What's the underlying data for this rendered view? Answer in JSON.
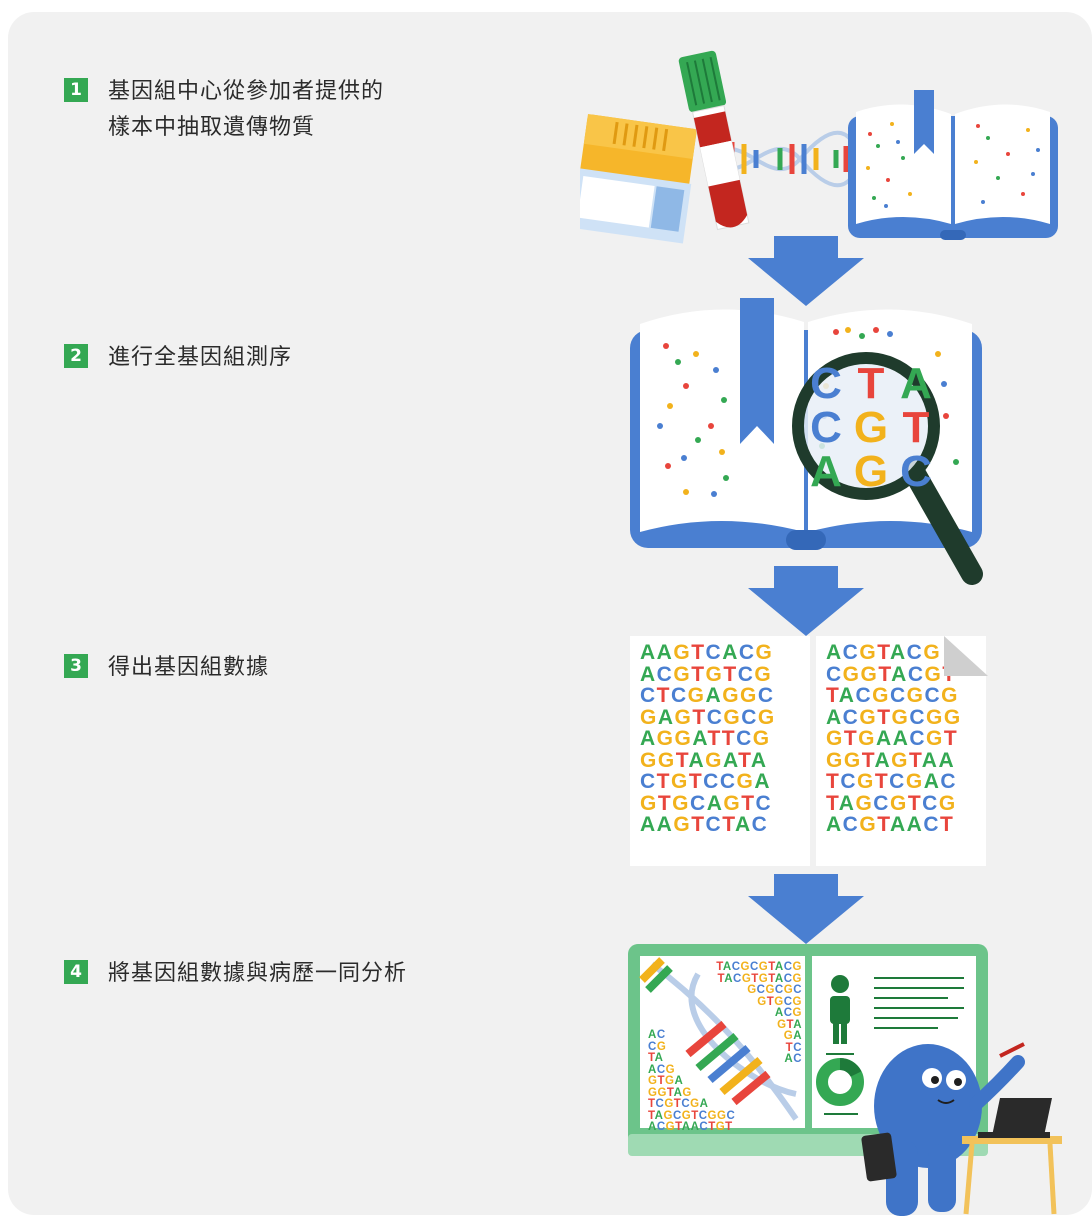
{
  "steps": [
    {
      "number": "1",
      "text": "基因組中心從參加者提供的\n樣本中抽取遺傳物質"
    },
    {
      "number": "2",
      "text": "進行全基因組測序"
    },
    {
      "number": "3",
      "text": "得出基因組數據"
    },
    {
      "number": "4",
      "text": "將基因組數據與病歷一同分析"
    }
  ],
  "magnifier_letters": [
    "C",
    "T",
    "A",
    "C",
    "G",
    "T",
    "A",
    "G",
    "C"
  ],
  "sequence_sheets": [
    [
      "AAGTCACG",
      "ACGTGTCG",
      "CTCGAGGC",
      "GAGTCGCG",
      "AGGATTCG",
      "GGTAGATA",
      "CTGTCCGA",
      "GTGCAGTC",
      "AAGTCTAC"
    ],
    [
      "ACGTACG",
      "CGGTACGT",
      "TACGCGCG",
      "ACGTGCGG",
      "GTGAACGT",
      "GGTAGTAA",
      "TCGTCGAC",
      "TAGCGTCG",
      "ACGTAACT"
    ]
  ],
  "board_sequences": {
    "top": [
      "TACGCGTACG",
      "TACGTGTACG",
      "GCGCGC",
      "GTGCG",
      "ACG",
      "GTA",
      "GA",
      "TC",
      "AC"
    ],
    "left": [
      "AC",
      "CG",
      "TA",
      "ACG",
      "GTGA",
      "GGTAG",
      "TCGTCGA",
      "TAGCGTCGGC",
      "ACGTAACTGT"
    ]
  },
  "colors": {
    "A": "#34a853",
    "C": "#4a7fd1",
    "G": "#f2b21c",
    "T": "#e8453c",
    "accent": "#4a7fd1",
    "badge": "#34a853"
  },
  "icons": [
    "sample-tube-icon",
    "specimen-box-icon",
    "dna-helix-icon",
    "genome-book-icon",
    "magnifier-icon",
    "down-arrow-icon",
    "person-icon",
    "donut-chart-icon",
    "mascot-icon",
    "laptop-icon"
  ]
}
